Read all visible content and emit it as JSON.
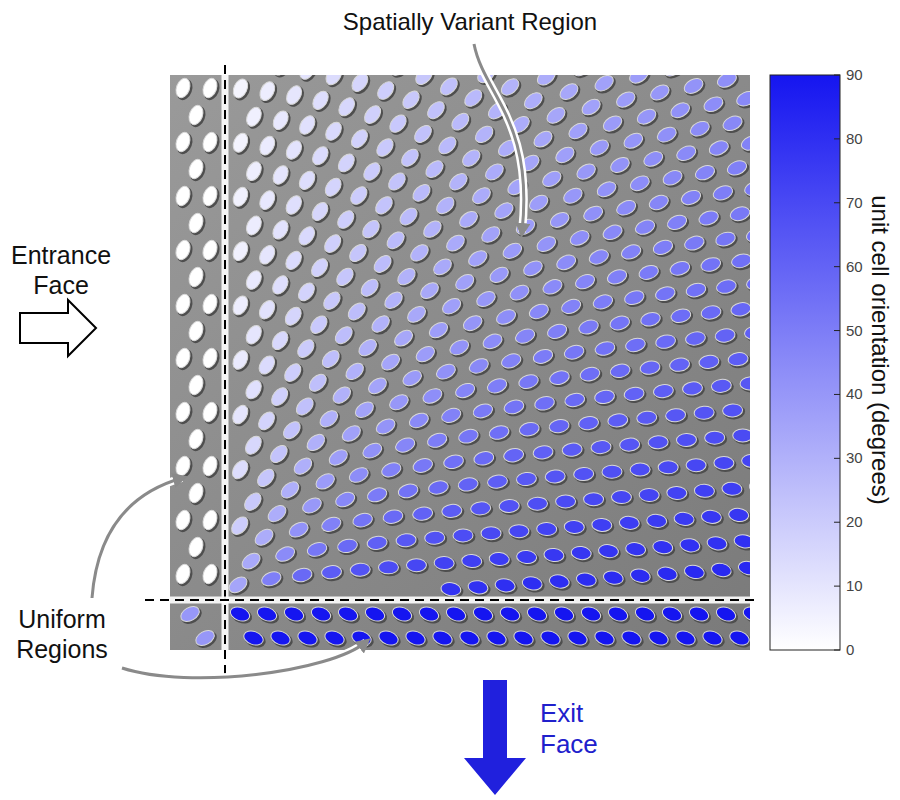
{
  "diagram": {
    "labels": [
      "Spatially Variant Region",
      "Entrance Face",
      "Uniform Regions",
      "Exit Face",
      "unit cell orientation (degrees)",
      "90",
      "80",
      "70",
      "60",
      "50",
      "40",
      "30",
      "20",
      "10",
      "0"
    ]
  }
}
